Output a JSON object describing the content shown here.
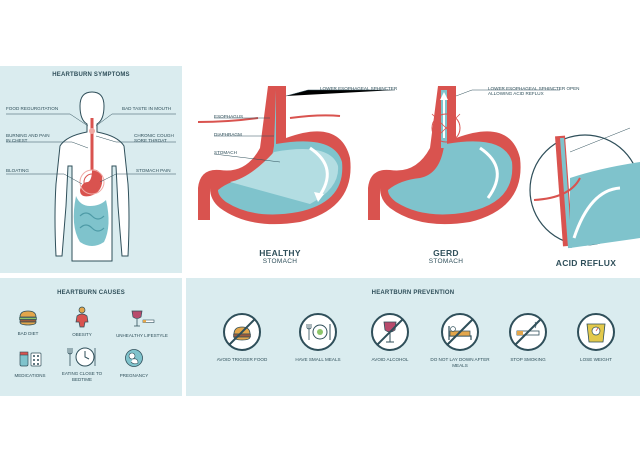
{
  "colors": {
    "panel_bg": "#daecef",
    "dark": "#2f4f5a",
    "red": "#d9534f",
    "teal": "#7fc3cc",
    "skin": "#ffffff"
  },
  "symptoms": {
    "title": "HEARTBURN SYMPTOMS",
    "labels_left": [
      "FOOD REGURGITATION",
      "BURNING AND PAIN IN CHEST",
      "BLOATING"
    ],
    "labels_right": [
      "BAD TASTE IN MOUTH",
      "CHRONIC COUGH SORE THROAT",
      "STOMACH PAIN"
    ]
  },
  "stomach": {
    "labels": [
      "ESOPHAGUS",
      "DIAPHRAGM",
      "STOMACH"
    ],
    "les_label": "LOWER ESOPHAGEAL SPHINCTER",
    "les_open_label": "LOWER ESOPHAGEAL SPHINCTER OPEN ALLOWING ACID REFLUX",
    "healthy": {
      "big": "HEALTHY",
      "small": "STOMACH"
    },
    "gerd": {
      "big": "GERD",
      "small": "STOMACH"
    },
    "reflux": "ACID REFLUX"
  },
  "causes": {
    "title": "HEARTBURN CAUSES",
    "items": [
      {
        "label": "BAD DIET",
        "icon": "burger-icon"
      },
      {
        "label": "OBESITY",
        "icon": "person-icon"
      },
      {
        "label": "UNHEALTHY LIFESTYLE",
        "icon": "wine-cigarette-icon"
      },
      {
        "label": "MEDICATIONS",
        "icon": "pills-icon"
      },
      {
        "label": "EATING CLOSE TO BEDTIME",
        "icon": "plate-clock-icon"
      },
      {
        "label": "PREGNANCY",
        "icon": "baby-icon"
      }
    ]
  },
  "prevention": {
    "title": "HEARTBURN PREVENTION",
    "items": [
      {
        "label": "AVOID TRIGGER FOOD",
        "icon": "no-food-icon"
      },
      {
        "label": "HAVE SMALL MEALS",
        "icon": "small-meal-icon"
      },
      {
        "label": "AVOID ALCOHOL",
        "icon": "no-alcohol-icon"
      },
      {
        "label": "DO NOT LAY DOWN AFTER MEALS",
        "icon": "no-bed-icon"
      },
      {
        "label": "STOP SMOKING",
        "icon": "no-smoking-icon"
      },
      {
        "label": "LOSE WEIGHT",
        "icon": "scale-icon"
      }
    ]
  }
}
